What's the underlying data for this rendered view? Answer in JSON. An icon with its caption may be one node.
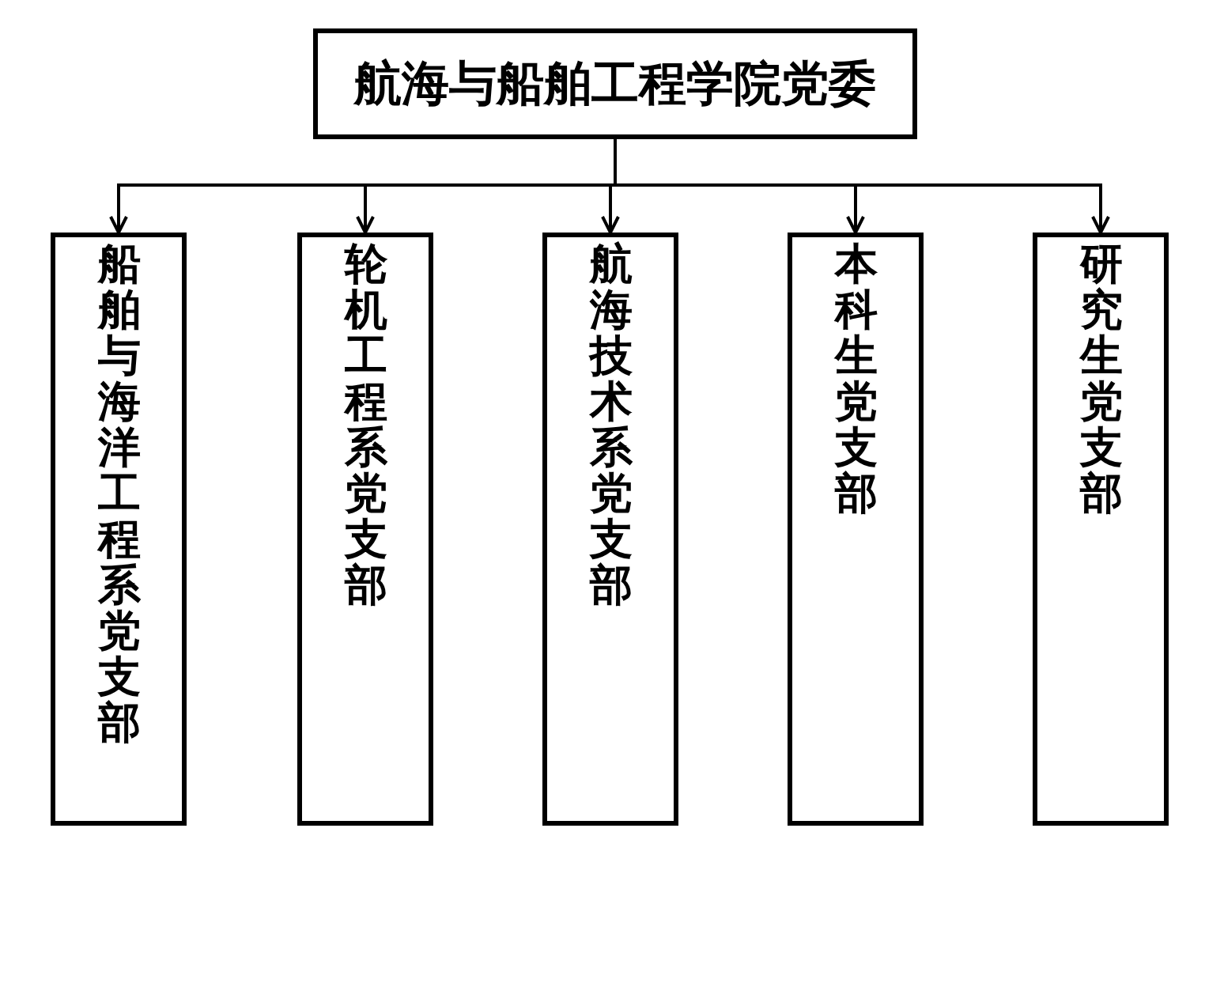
{
  "diagram": {
    "nodes": [
      {
        "text": [
          "航海与船舶工程学院党委"
        ]
      },
      {
        "text": [
          "船舶与海洋工程系党支部"
        ]
      },
      {
        "text": [
          "轮机工程系党支部"
        ]
      },
      {
        "text": [
          "航海技术系党支部"
        ]
      },
      {
        "text": [
          "本科生党支部"
        ]
      },
      {
        "text": [
          "研究生党支部"
        ]
      }
    ],
    "edges": [
      {
        "from": 0,
        "to": 1,
        "arrow": "to"
      },
      {
        "from": 0,
        "to": 2,
        "arrow": "to"
      },
      {
        "from": 0,
        "to": 3,
        "arrow": "to"
      },
      {
        "from": 0,
        "to": 4,
        "arrow": "to"
      },
      {
        "from": 0,
        "to": 5,
        "arrow": "to"
      }
    ]
  }
}
